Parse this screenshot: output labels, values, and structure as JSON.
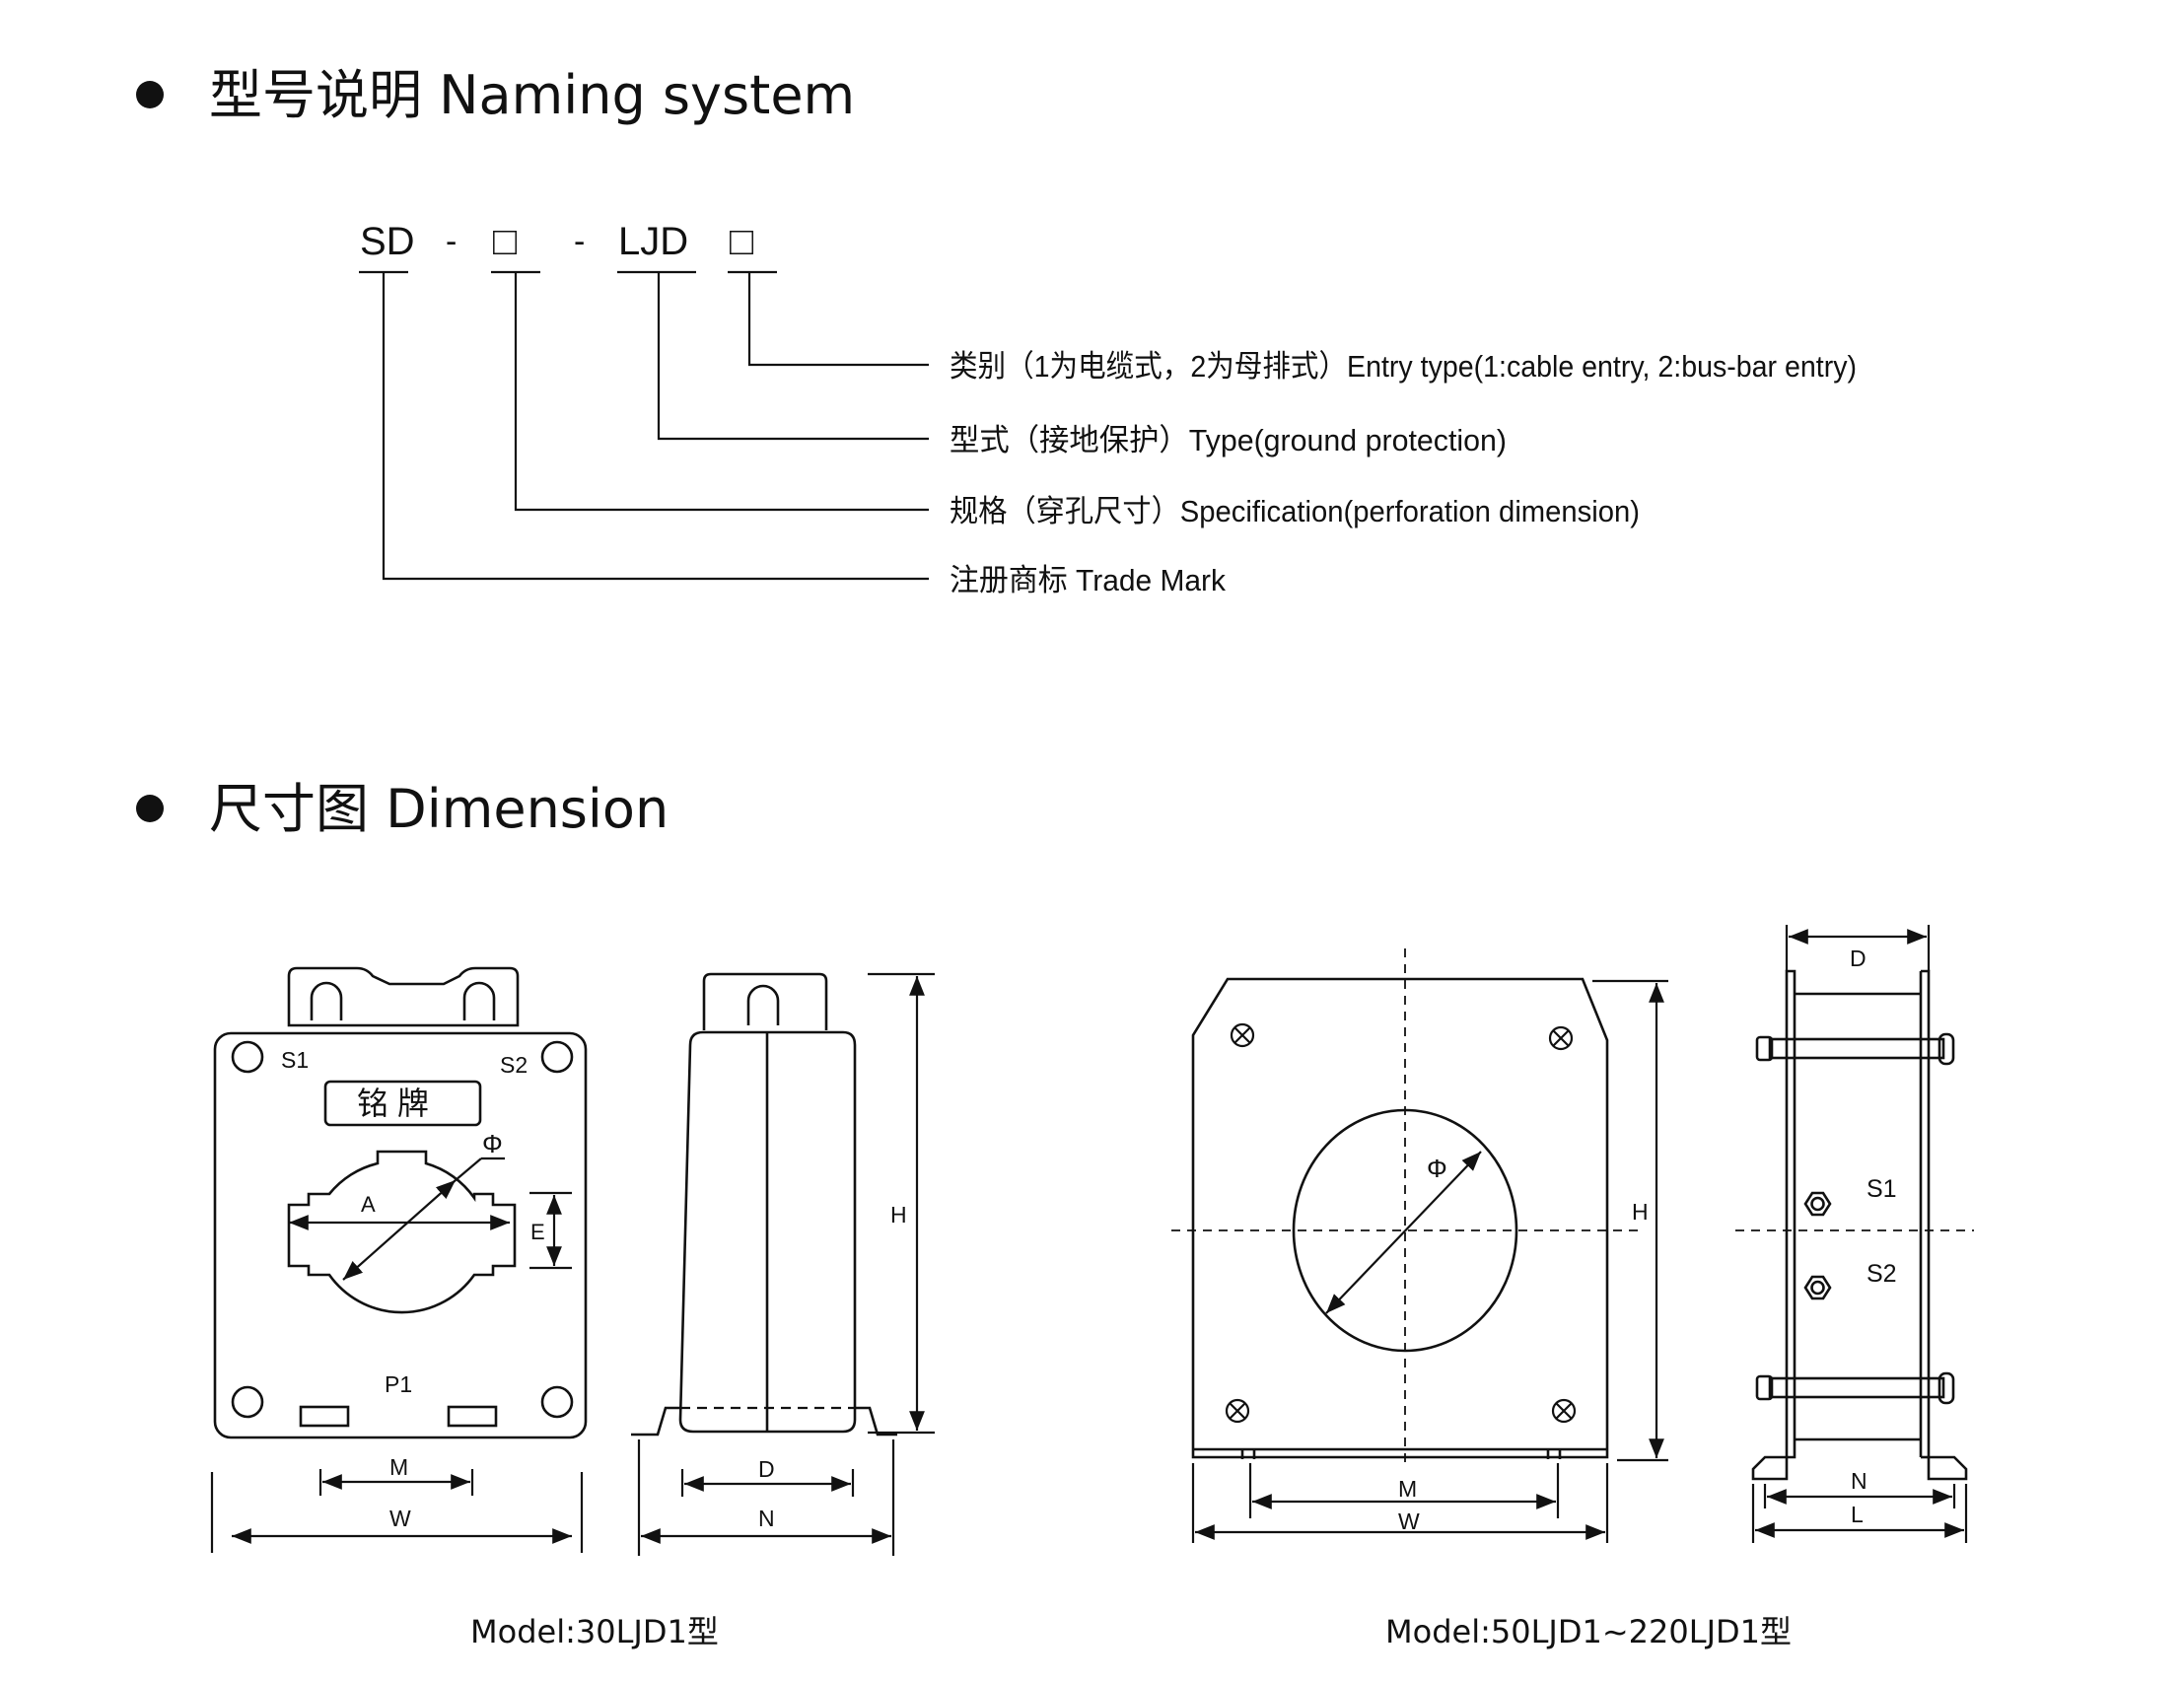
{
  "naming": {
    "heading": "型号说明 Naming system",
    "code_parts": [
      "SD",
      "-",
      "□",
      "-",
      "LJD",
      "□"
    ],
    "items": [
      "类别（1为电缆式，2为母排式）Entry type(1:cable entry, 2:bus-bar entry)",
      "型式（接地保护）Type(ground protection)",
      "规格（穿孔尺寸）Specification(perforation dimension)",
      "注册商标 Trade Mark"
    ]
  },
  "dimension": {
    "heading": "尺寸图 Dimension",
    "model_a": {
      "caption": "Model:30LJD1型",
      "nameplate": "铭 牌",
      "labels": {
        "s1": "S1",
        "s2": "S2",
        "p1": "P1",
        "phi": "Φ",
        "a": "A",
        "e": "E",
        "h": "H",
        "m": "M",
        "w": "W",
        "d": "D",
        "n": "N"
      }
    },
    "model_b": {
      "caption": "Model:50LJD1~220LJD1型",
      "labels": {
        "phi": "Φ",
        "h": "H",
        "m": "M",
        "w": "W",
        "d": "D",
        "n": "N",
        "l": "L",
        "s1": "S1",
        "s2": "S2"
      }
    }
  }
}
